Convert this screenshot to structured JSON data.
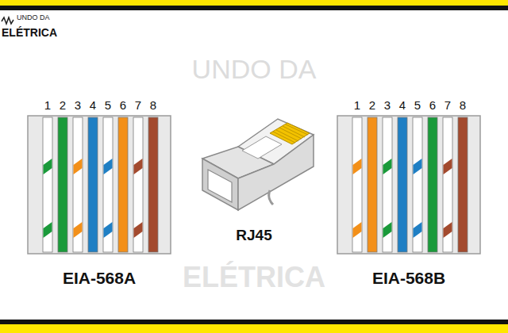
{
  "diagram": {
    "labels": [
      "UNDO DA",
      "ELÉTRICA",
      "1",
      "2",
      "3",
      "4",
      "5",
      "6",
      "7",
      "8",
      "EIA-568A",
      "RJ45",
      "1",
      "2",
      "3",
      "4",
      "5",
      "6",
      "7",
      "8",
      "EIA-568B",
      "UNDO DA",
      "ELÉTRICA"
    ]
  }
}
